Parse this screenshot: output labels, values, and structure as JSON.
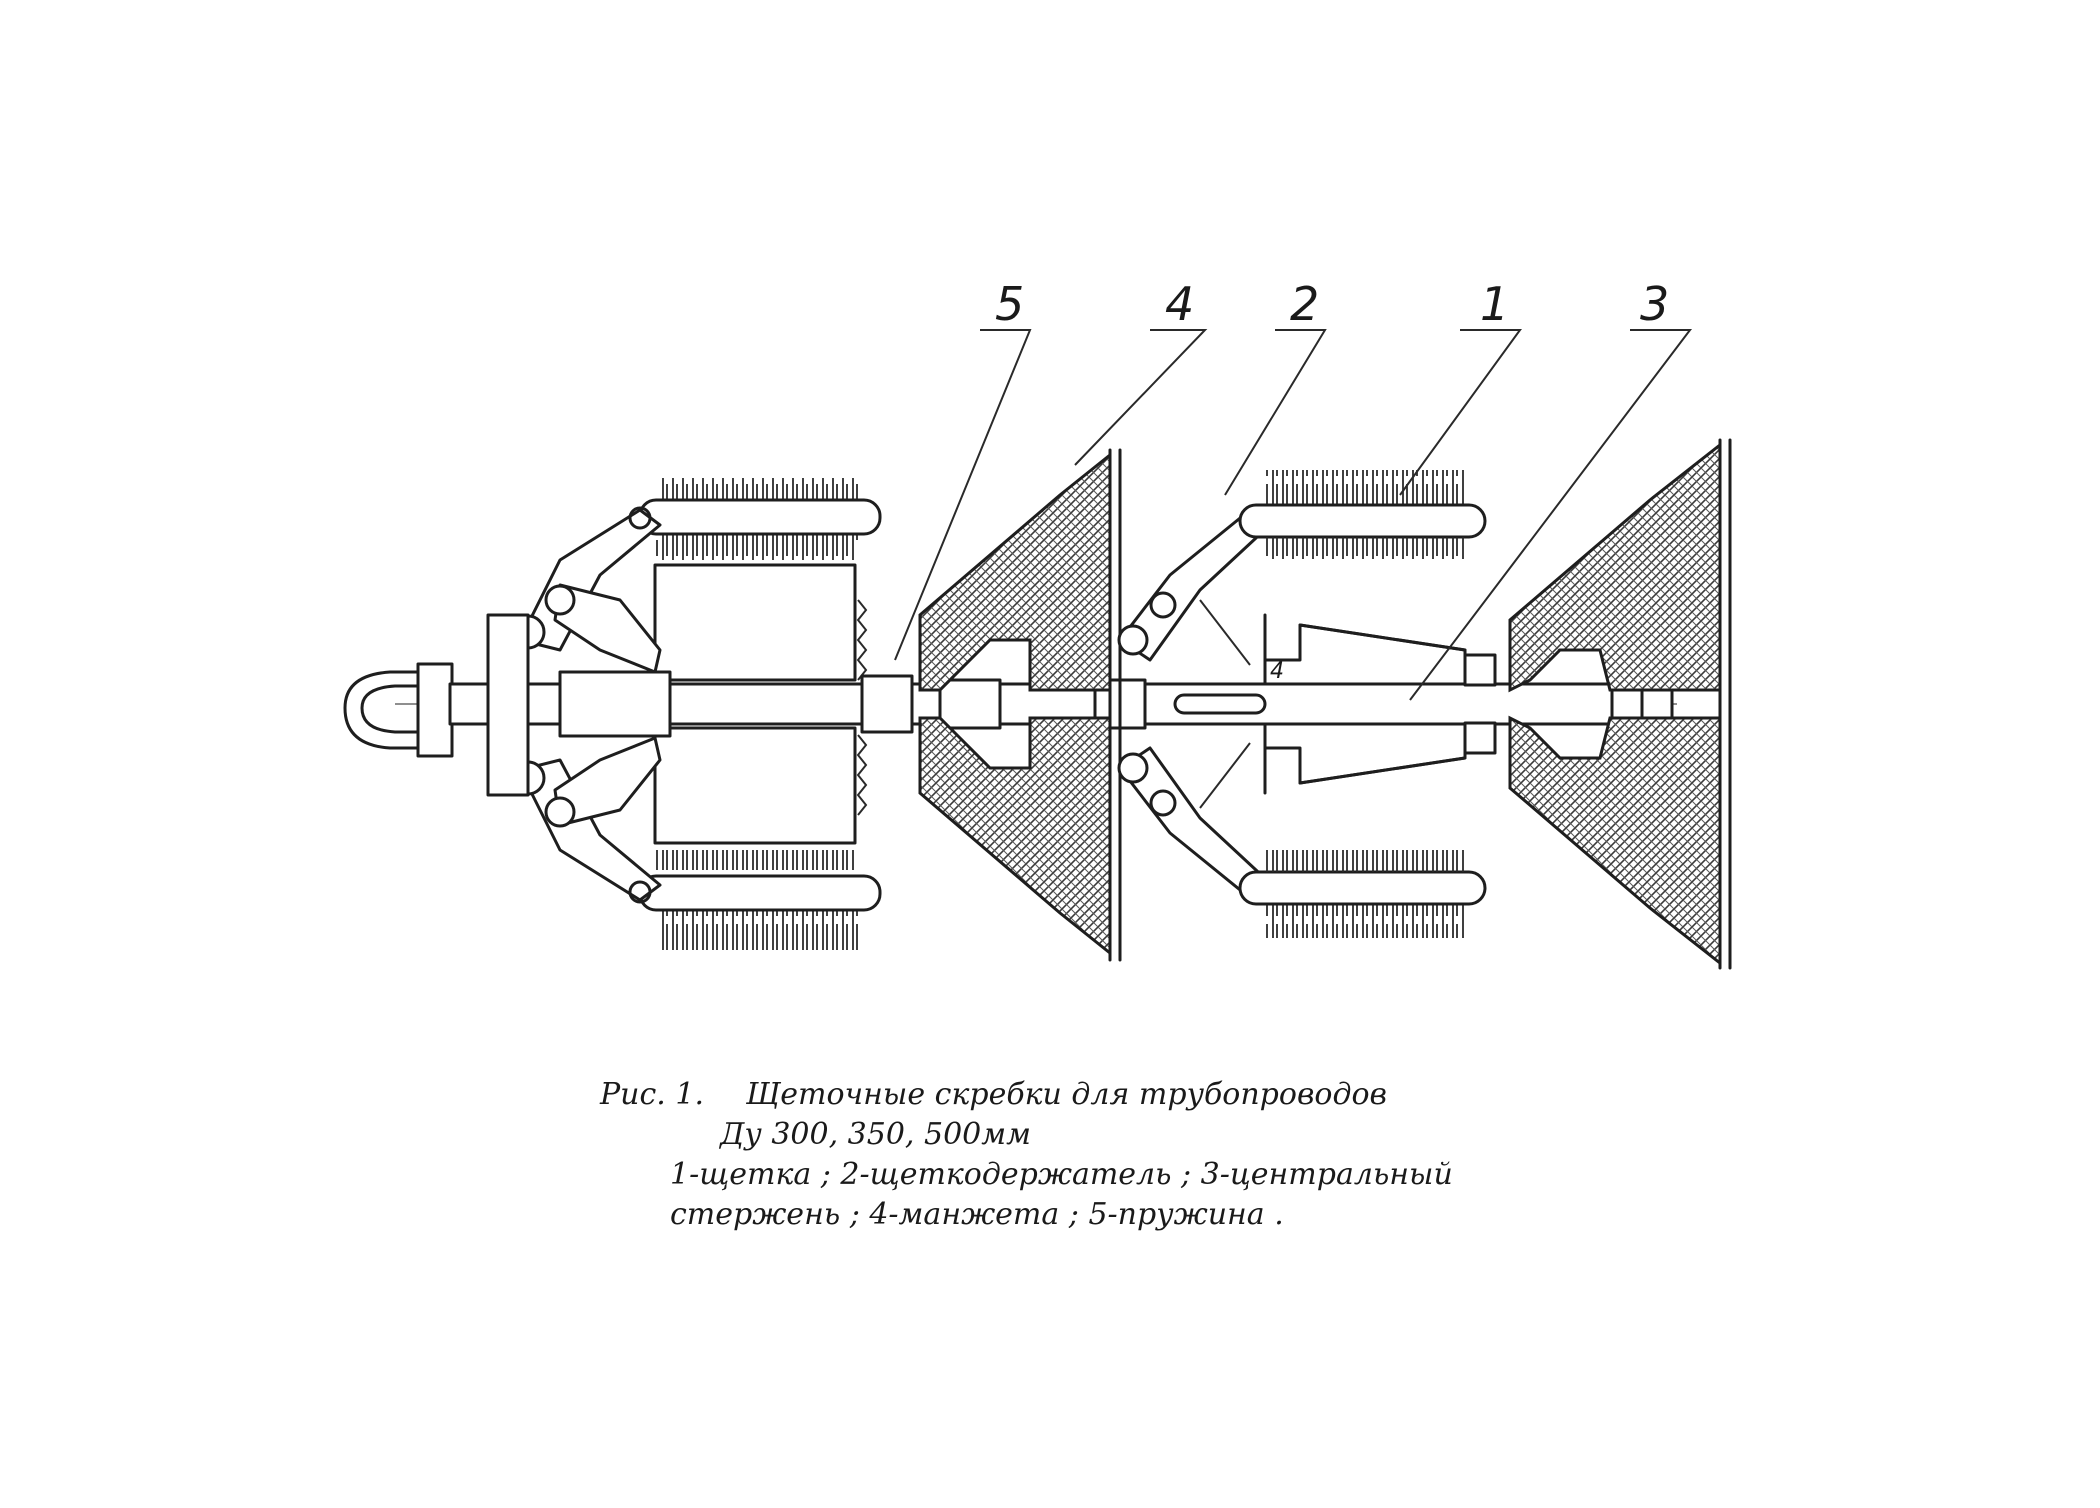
{
  "figure": {
    "callouts": {
      "c5": "5",
      "c4": "4",
      "c2": "2",
      "c1": "1",
      "c3": "3",
      "small4": "4"
    },
    "caption": {
      "fig_number": "Рис. 1.",
      "title": "Щеточные скребки для трубопроводов",
      "sizes": "Ду 300, 350, 500мм",
      "legend_line1": "1-щетка ;  2-щеткодержатель ;  3-центральный",
      "legend_line2": "стержень ;  4-манжета ;   5-пружина ."
    }
  }
}
